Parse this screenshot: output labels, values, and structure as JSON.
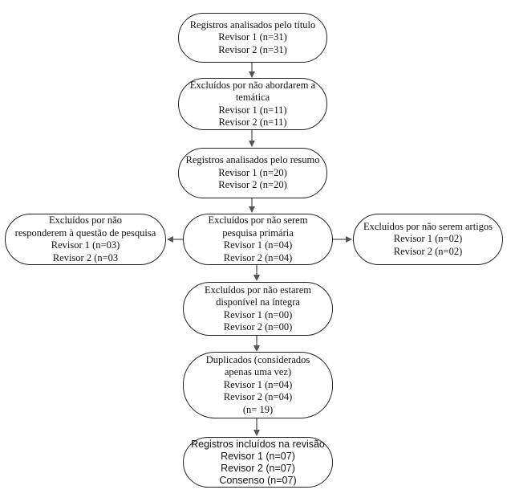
{
  "diagram": {
    "nodes": [
      {
        "id": "n1",
        "lines": [
          "Registros analisados pelo título",
          "Revisor 1 (n=31)",
          "Revisor 2 (n=31)"
        ]
      },
      {
        "id": "n2",
        "lines": [
          "Excluídos por não abordarem a",
          "temática",
          "Revisor 1 (n=11)",
          "Revisor 2 (n=11)"
        ]
      },
      {
        "id": "n3",
        "lines": [
          "Registros analisados pelo resumo",
          "Revisor 1 (n=20)",
          "Revisor 2 (n=20)"
        ]
      },
      {
        "id": "n4",
        "lines": [
          "Excluídos por não serem",
          "pesquisa primária",
          "Revisor 1 (n=04)",
          "Revisor 2 (n=04)"
        ]
      },
      {
        "id": "n5",
        "lines": [
          "Excluídos por não",
          "responderem à questão de pesquisa",
          "Revisor 1 (n=03)",
          "Revisor 2 (n=03"
        ]
      },
      {
        "id": "n6",
        "lines": [
          "Excluídos por não serem artigos",
          "Revisor 1 (n=02)",
          "Revisor 2 (n=02)"
        ]
      },
      {
        "id": "n7",
        "lines": [
          "Excluídos por não estarem",
          "disponível na íntegra",
          "Revisor 1 (n=00)",
          "Revisor 2 (n=00)"
        ]
      },
      {
        "id": "n8",
        "lines": [
          "Duplicados (considerados",
          "apenas uma vez)",
          "Revisor 1 (n=04)",
          "Revisor 2 (n=04)",
          "(n= 19)"
        ]
      },
      {
        "id": "n9",
        "lines": [
          "Registros incluídos na revisão",
          "Revisor 1 (n=07)",
          "Revisor 2 (n=07)",
          "Consenso (n=07)"
        ]
      }
    ],
    "edges": [
      {
        "from": "n1",
        "to": "n2"
      },
      {
        "from": "n2",
        "to": "n3"
      },
      {
        "from": "n3",
        "to": "n4"
      },
      {
        "from": "n4",
        "to": "n5"
      },
      {
        "from": "n4",
        "to": "n6"
      },
      {
        "from": "n4",
        "to": "n7"
      },
      {
        "from": "n7",
        "to": "n8"
      },
      {
        "from": "n8",
        "to": "n9"
      }
    ],
    "colors": {
      "stroke": "#222222",
      "arrow": "#555555",
      "text": "#111111"
    }
  }
}
